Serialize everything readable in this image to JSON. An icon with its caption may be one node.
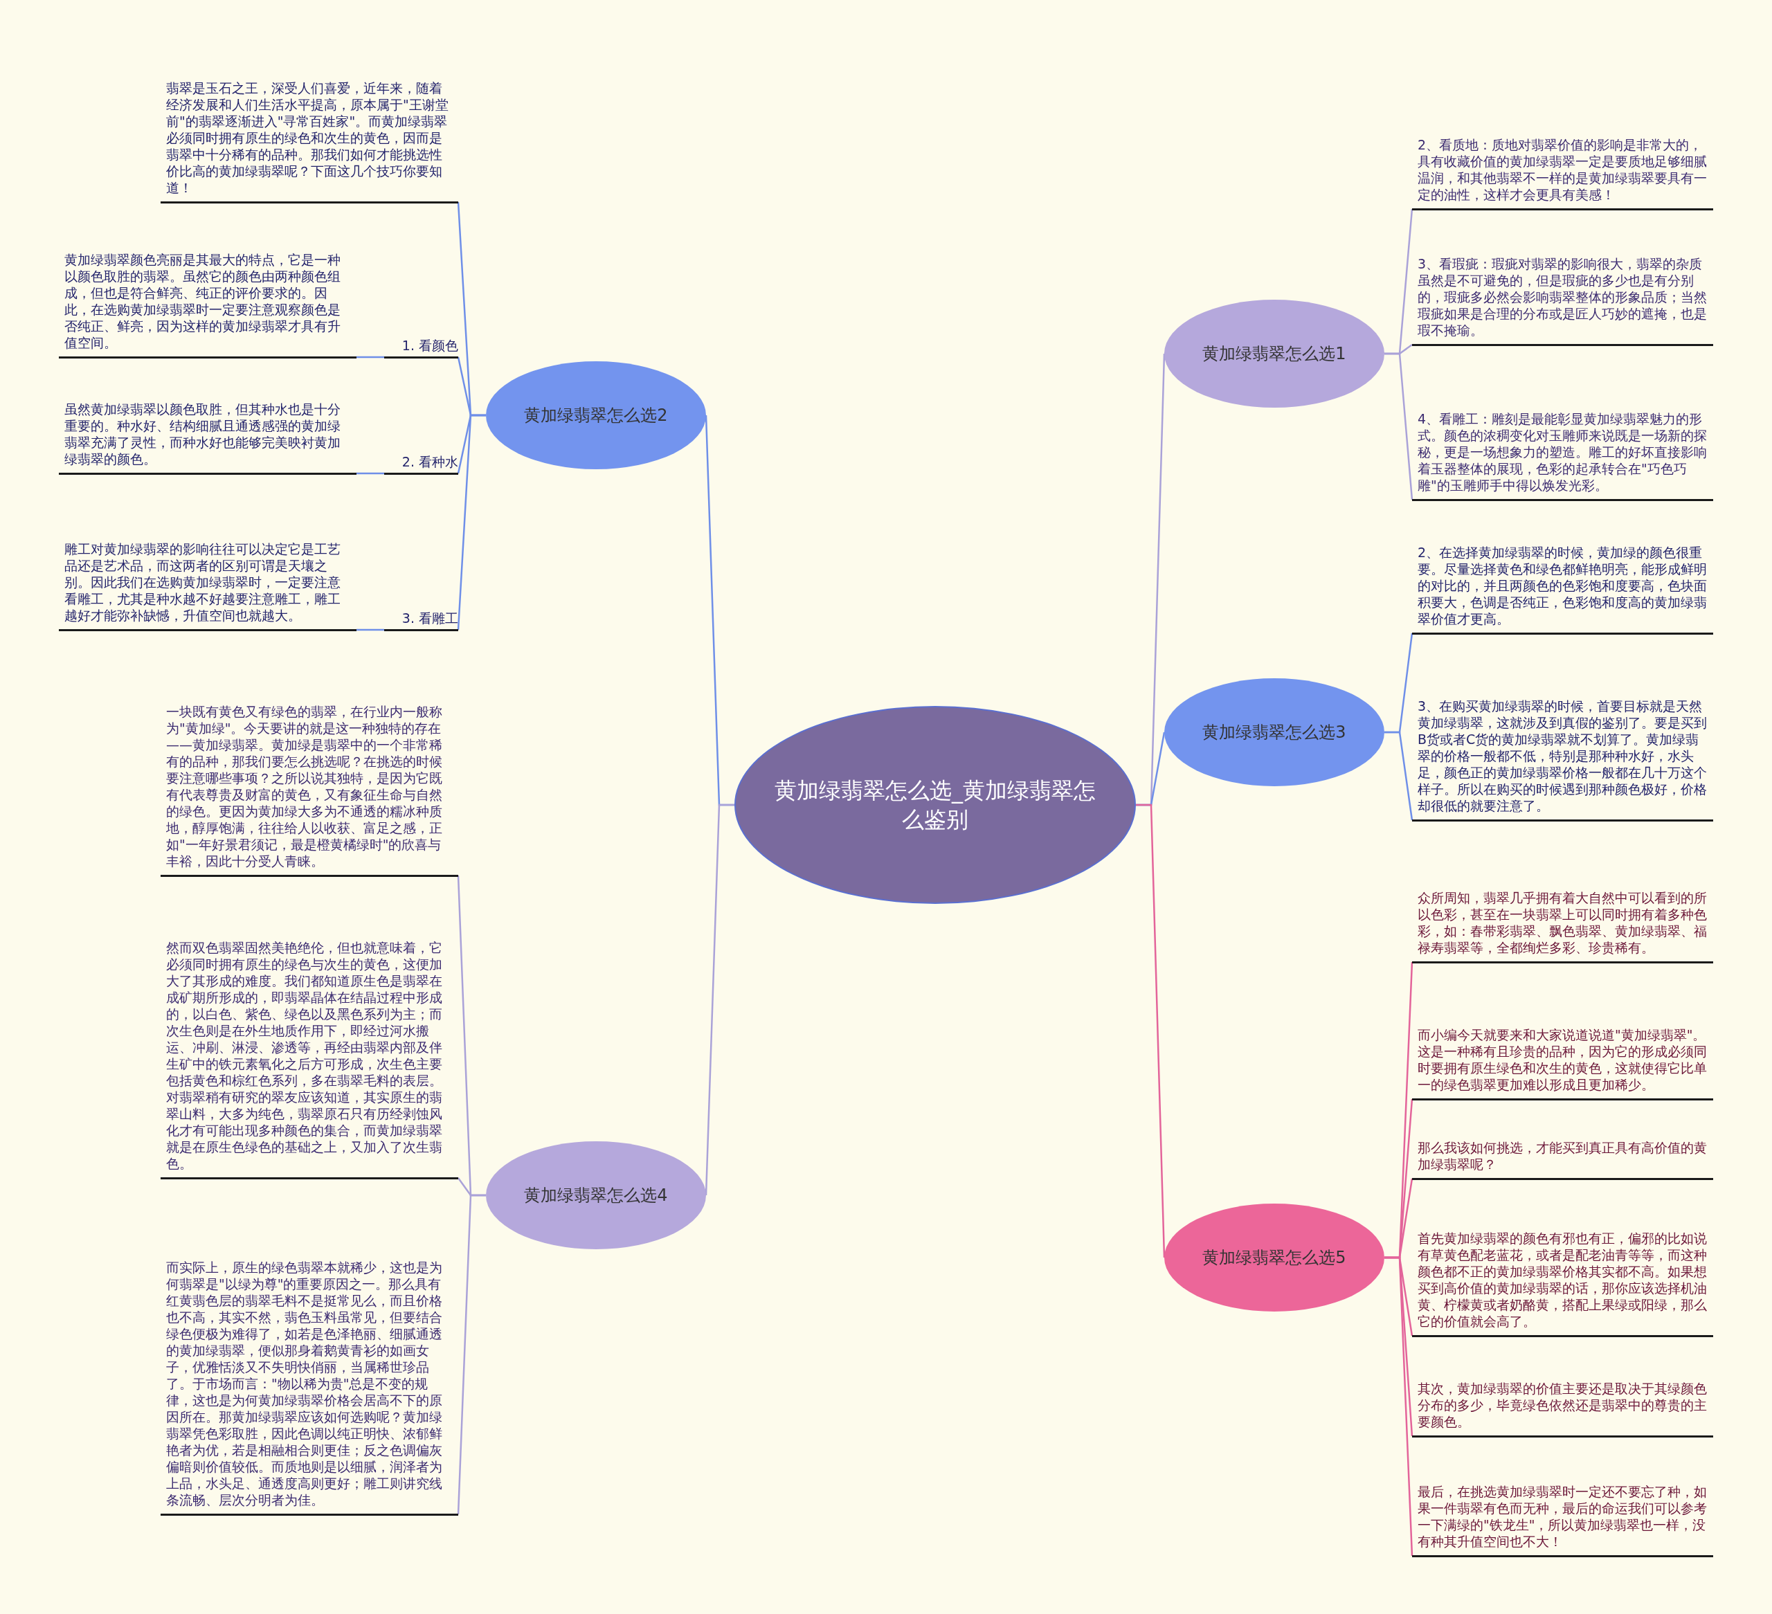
{
  "diagram": {
    "nodes": [
      {
        "text": [
          "黄加绿翡翠怎么选_黄加绿翡翠怎么鉴别"
        ]
      },
      {
        "text": [
          "黄加绿翡翠怎么选2"
        ]
      },
      {
        "text": [
          "翡翠是玉石之王，深受人们喜爱，近年来，随着经济发展和人们生活水平提高，原本属于\"王谢堂前\"的翡翠逐渐进入\"寻常百姓家\"。而黄加绿翡翠必须同时拥有原生的绿色和次生的黄色，因而是翡翠中十分稀有的品种。那我们如何才能挑选性价比高的黄加绿翡翠呢？下面这几个技巧你要知道！"
        ]
      },
      {
        "text": [
          "1. 看颜色"
        ]
      },
      {
        "text": [
          "黄加绿翡翠颜色亮丽是其最大的特点，它是一种以颜色取胜的翡翠。虽然它的颜色由两种颜色组成，但也是符合鲜亮、纯正的评价要求的。因此，在选购黄加绿翡翠时一定要注意观察颜色是否纯正、鲜亮，因为这样的黄加绿翡翠才具有升值空间。"
        ]
      },
      {
        "text": [
          "2. 看种水"
        ]
      },
      {
        "text": [
          "虽然黄加绿翡翠以颜色取胜，但其种水也是十分重要的。种水好、结构细腻且通透感强的黄加绿翡翠充满了灵性，而种水好也能够完美映衬黄加绿翡翠的颜色。"
        ]
      },
      {
        "text": [
          "3. 看雕工"
        ]
      },
      {
        "text": [
          "雕工对黄加绿翡翠的影响往往可以决定它是工艺品还是艺术品，而这两者的区别可谓是天壤之别。因此我们在选购黄加绿翡翠时，一定要注意看雕工，尤其是种水越不好越要注意雕工，雕工越好才能弥补缺憾，升值空间也就越大。"
        ]
      },
      {
        "text": [
          "黄加绿翡翠怎么选4"
        ]
      },
      {
        "text": [
          "一块既有黄色又有绿色的翡翠，在行业内一般称为\"黄加绿\"。今天要讲的就是这一种独特的存在——黄加绿翡翠。黄加绿是翡翠中的一个非常稀有的品种，那我们要怎么挑选呢？在挑选的时候要注意哪些事项？之所以说其独特，是因为它既有代表尊贵及财富的黄色，又有象征生命与自然的绿色。更因为黄加绿大多为不通透的糯冰种质地，醇厚饱满，往往给人以收获、富足之感，正如\"一年好景君须记，最是橙黄橘绿时\"的欣喜与丰裕，因此十分受人青睐。"
        ]
      },
      {
        "text": [
          "然而双色翡翠固然美艳绝伦，但也就意味着，它必须同时拥有原生的绿色与次生的黄色，这便加大了其形成的难度。我们都知道原生色是翡翠在成矿期所形成的，即翡翠晶体在结晶过程中形成的，以白色、紫色、绿色以及黑色系列为主；而次生色则是在外生地质作用下，即经过河水搬运、冲刷、淋浸、渗透等，再经由翡翠内部及伴生矿中的铁元素氧化之后方可形成，次生色主要包括黄色和棕红色系列，多在翡翠毛料的表层。对翡翠稍有研究的翠友应该知道，其实原生的翡翠山料，大多为纯色，翡翠原石只有历经剥蚀风化才有可能出现多种颜色的集合，而黄加绿翡翠就是在原生色绿色的基础之上，又加入了次生翡色。"
        ]
      },
      {
        "text": [
          "而实际上，原生的绿色翡翠本就稀少，这也是为何翡翠是\"以绿为尊\"的重要原因之一。那么具有红黄翡色层的翡翠毛料不是挺常见么，而且价格也不高，其实不然，翡色玉料虽常见，但要结合绿色便极为难得了，如若是色泽艳丽、细腻通透的黄加绿翡翠，便似那身着鹅黄青衫的如画女子，优雅恬淡又不失明快俏丽，当属稀世珍品了。于市场而言：\"物以稀为贵\"总是不变的规律，这也是为何黄加绿翡翠价格会居高不下的原因所在。那黄加绿翡翠应该如何选购呢？黄加绿翡翠凭色彩取胜，因此色调以纯正明快、浓郁鲜艳者为优，若是相融相合则更佳；反之色调偏灰偏暗则价值较低。而质地则是以细腻，润泽者为上品，水头足、通透度高则更好；雕工则讲究线条流畅、层次分明者为佳。"
        ]
      },
      {
        "text": [
          "黄加绿翡翠怎么选1"
        ]
      },
      {
        "text": [
          "2、看质地：质地对翡翠价值的影响是非常大的，具有收藏价值的黄加绿翡翠一定是要质地足够细腻温润，和其他翡翠不一样的是黄加绿翡翠要具有一定的油性，这样才会更具有美感！"
        ]
      },
      {
        "text": [
          "3、看瑕疵：瑕疵对翡翠的影响很大，翡翠的杂质虽然是不可避免的，但是瑕疵的多少也是有分别的，瑕疵多必然会影响翡翠整体的形象品质；当然瑕疵如果是合理的分布或是匠人巧妙的遮掩，也是瑕不掩瑜。"
        ]
      },
      {
        "text": [
          "4、看雕工：雕刻是最能彰显黄加绿翡翠魅力的形式。颜色的浓稠变化对玉雕师来说既是一场新的探秘，更是一场想象力的塑造。雕工的好坏直接影响着玉器整体的展现，色彩的起承转合在\"巧色巧雕\"的玉雕师手中得以焕发光彩。"
        ]
      },
      {
        "text": [
          "黄加绿翡翠怎么选3"
        ]
      },
      {
        "text": [
          "2、在选择黄加绿翡翠的时候，黄加绿的颜色很重要。尽量选择黄色和绿色都鲜艳明亮，能形成鲜明的对比的，并且两颜色的色彩饱和度要高，色块面积要大，色调是否纯正，色彩饱和度高的黄加绿翡翠价值才更高。"
        ]
      },
      {
        "text": [
          "3、在购买黄加绿翡翠的时候，首要目标就是天然黄加绿翡翠，这就涉及到真假的鉴别了。要是买到B货或者C货的黄加绿翡翠就不划算了。黄加绿翡翠的价格一般都不低，特别是那种种水好，水头足，颜色正的黄加绿翡翠价格一般都在几十万这个样子。所以在购买的时候遇到那种颜色极好，价格却很低的就要注意了。"
        ]
      },
      {
        "text": [
          "黄加绿翡翠怎么选5"
        ]
      },
      {
        "text": [
          "众所周知，翡翠几乎拥有着大自然中可以看到的所以色彩，甚至在一块翡翠上可以同时拥有着多种色彩，如：春带彩翡翠、飘色翡翠、黄加绿翡翠、福禄寿翡翠等，全都绚烂多彩、珍贵稀有。"
        ]
      },
      {
        "text": [
          "而小编今天就要来和大家说道说道\"黄加绿翡翠\"。这是一种稀有且珍贵的品种，因为它的形成必须同时要拥有原生绿色和次生的黄色，这就使得它比单一的绿色翡翠更加难以形成且更加稀少。"
        ]
      },
      {
        "text": [
          "那么我该如何挑选，才能买到真正具有高价值的黄加绿翡翠呢？"
        ]
      },
      {
        "text": [
          "首先黄加绿翡翠的颜色有邪也有正，偏邪的比如说有草黄色配老蓝花，或者是配老油青等等，而这种颜色都不正的黄加绿翡翠价格其实都不高。如果想买到高价值的黄加绿翡翠的话，那你应该选择机油黄、柠檬黄或者奶酪黄，搭配上果绿或阳绿，那么它的价值就会高了。"
        ]
      },
      {
        "text": [
          "其次，黄加绿翡翠的价值主要还是取决于其绿颜色分布的多少，毕竟绿色依然还是翡翠中的尊贵的主要颜色。"
        ]
      },
      {
        "text": [
          "最后，在挑选黄加绿翡翠时一定还不要忘了种，如果一件翡翠有色而无种，最后的命运我们可以参考一下满绿的\"铁龙生\"，所以黄加绿翡翠也一样，没有种其升值空间也不大！"
        ]
      }
    ],
    "edges": [
      {
        "from": 0,
        "to": 1,
        "arrow": "none"
      },
      {
        "from": 1,
        "to": 2,
        "arrow": "none"
      },
      {
        "from": 1,
        "to": 3,
        "arrow": "none"
      },
      {
        "from": 3,
        "to": 4,
        "arrow": "none"
      },
      {
        "from": 1,
        "to": 5,
        "arrow": "none"
      },
      {
        "from": 5,
        "to": 6,
        "arrow": "none"
      },
      {
        "from": 1,
        "to": 7,
        "arrow": "none"
      },
      {
        "from": 7,
        "to": 8,
        "arrow": "none"
      },
      {
        "from": 0,
        "to": 9,
        "arrow": "none",
        "color": "#aaa2d8"
      },
      {
        "from": 9,
        "to": 10,
        "arrow": "none",
        "color": "#aaa2d8"
      },
      {
        "from": 9,
        "to": 11,
        "arrow": "none",
        "color": "#aaa2d8"
      },
      {
        "from": 9,
        "to": 12,
        "arrow": "none",
        "color": "#aaa2d8"
      },
      {
        "from": 0,
        "to": 13,
        "arrow": "none",
        "color": "#aaa2d8"
      },
      {
        "from": 13,
        "to": 14,
        "arrow": "none",
        "color": "#aaa2d8"
      },
      {
        "from": 13,
        "to": 15,
        "arrow": "none",
        "color": "#aaa2d8"
      },
      {
        "from": 13,
        "to": 16,
        "arrow": "none",
        "color": "#aaa2d8"
      },
      {
        "from": 0,
        "to": 17,
        "arrow": "none"
      },
      {
        "from": 17,
        "to": 18,
        "arrow": "none"
      },
      {
        "from": 17,
        "to": 19,
        "arrow": "none"
      },
      {
        "from": 0,
        "to": 20,
        "arrow": "none",
        "color": "#e3649a"
      },
      {
        "from": 20,
        "to": 21,
        "arrow": "none",
        "color": "#e3649a"
      },
      {
        "from": 20,
        "to": 22,
        "arrow": "none",
        "color": "#e3649a"
      },
      {
        "from": 20,
        "to": 23,
        "arrow": "none",
        "color": "#e3649a"
      },
      {
        "from": 20,
        "to": 24,
        "arrow": "none",
        "color": "#e3649a"
      },
      {
        "from": 20,
        "to": 25,
        "arrow": "none",
        "color": "#e3649a"
      },
      {
        "from": 20,
        "to": 26,
        "arrow": "none",
        "color": "#e3649a"
      }
    ]
  }
}
